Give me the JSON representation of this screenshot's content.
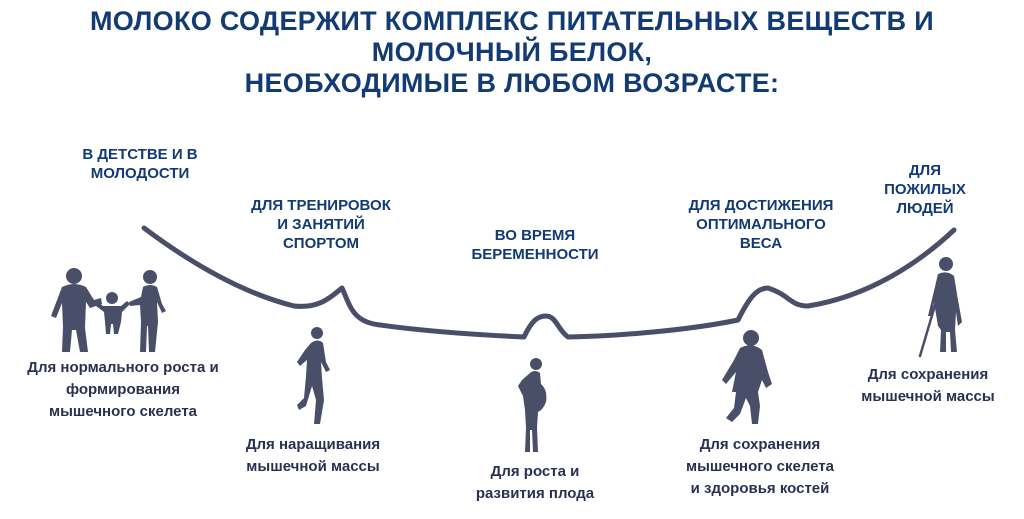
{
  "title": {
    "lines": [
      "МОЛОКО СОДЕРЖИТ КОМПЛЕКС ПИТАТЕЛЬНЫХ ВЕЩЕСТВ И",
      "МОЛОЧНЫЙ БЕЛОК,",
      "НЕОБХОДИМЫЕ В ЛЮБОМ ВОЗРАСТЕ:"
    ]
  },
  "stages": [
    {
      "label": [
        "В ДЕТСТВЕ И В",
        "МОЛОДОСТИ"
      ],
      "benefit": [
        "Для нормального роста и",
        "формирования",
        "мышечного скелета"
      ]
    },
    {
      "label": [
        "ДЛЯ ТРЕНИРОВОК",
        "И ЗАНЯТИЙ",
        "СПОРТОМ"
      ],
      "benefit": [
        "Для наращивания",
        "мышечной массы"
      ]
    },
    {
      "label": [
        "ВО ВРЕМЯ",
        "БЕРЕМЕННОСТИ"
      ],
      "benefit": [
        "Для роста и",
        "развития плода"
      ]
    },
    {
      "label": [
        "ДЛЯ ДОСТИЖЕНИЯ",
        "ОПТИМАЛЬНОГО",
        "ВЕСА"
      ],
      "benefit": [
        "Для сохранения",
        "мышечного скелета",
        "и здоровья костей"
      ]
    },
    {
      "label": [
        "ДЛЯ",
        "ПОЖИЛЫХ",
        "ЛЮДЕЙ"
      ],
      "benefit": [
        "Для сохранения",
        "мышечной массы"
      ]
    }
  ],
  "colors": {
    "title": "#123a73",
    "figure": "#4a4f69",
    "curve": "#4a4f69"
  }
}
